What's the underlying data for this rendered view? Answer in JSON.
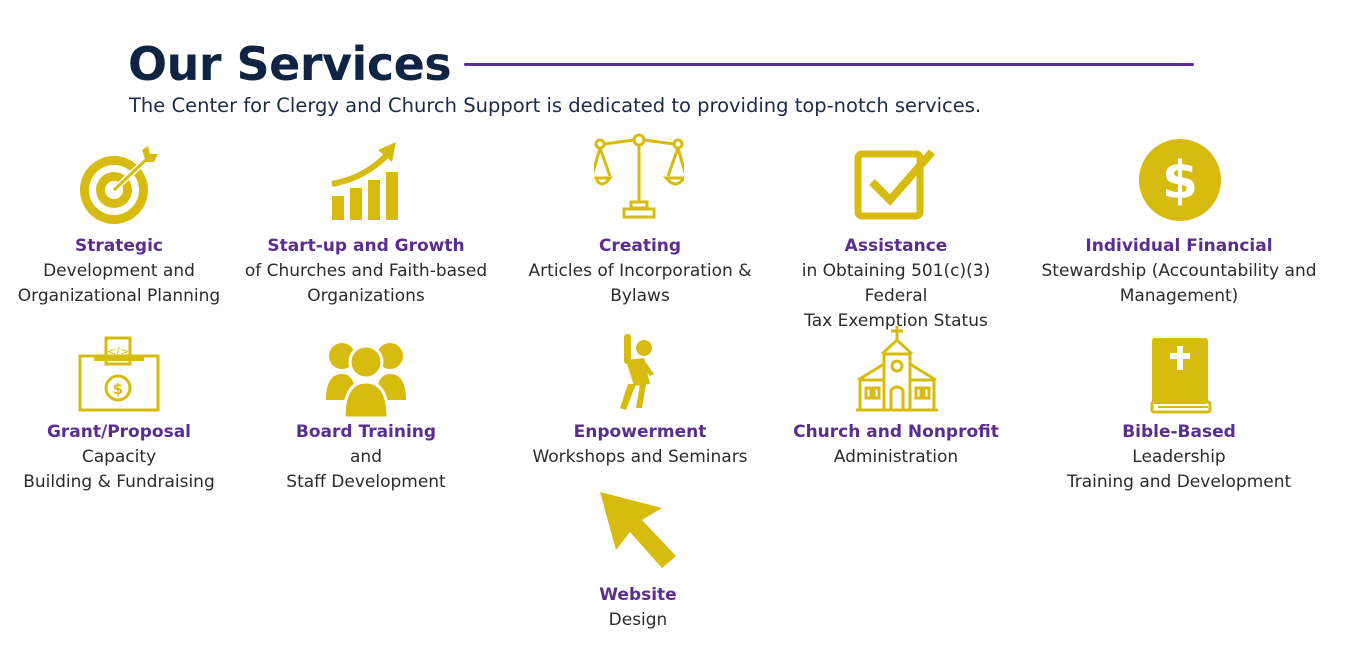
{
  "header": {
    "title": "Our Services",
    "subtitle": "The Center for Clergy and Church Support is dedicated to providing top-notch services."
  },
  "colors": {
    "icon": "#d7bb0e",
    "heading": "#5a2d91",
    "title": "#0f2343",
    "rule": "#5a2d91"
  },
  "services": [
    {
      "icon": "target-icon",
      "heading": "Strategic",
      "description": "Development and\nOrganizational Planning"
    },
    {
      "icon": "growth-chart-icon",
      "heading": "Start-up and Growth",
      "description": "of Churches and Faith-based\nOrganizations"
    },
    {
      "icon": "scales-icon",
      "heading": "Creating",
      "description": "Articles of Incorporation &\nBylaws"
    },
    {
      "icon": "checkbox-icon",
      "heading": "Assistance",
      "description": "in Obtaining 501(c)(3) Federal\nTax Exemption Status"
    },
    {
      "icon": "dollar-coin-icon",
      "heading": "Individual Financial",
      "description": "Stewardship (Accountability and\nManagement)"
    },
    {
      "icon": "donation-box-icon",
      "heading": "Grant/Proposal",
      "description": "Capacity\nBuilding & Fundraising"
    },
    {
      "icon": "group-icon",
      "heading": "Board Training",
      "description": "and\nStaff Development"
    },
    {
      "icon": "empowerment-person-icon",
      "heading": "Enpowerment",
      "description": "Workshops and Seminars"
    },
    {
      "icon": "church-icon",
      "heading": "Church and Nonprofit",
      "description": "Administration"
    },
    {
      "icon": "bible-icon",
      "heading": "Bible-Based",
      "description": "Leadership\nTraining and Development"
    },
    {
      "icon": "cursor-arrow-icon",
      "heading": "Website",
      "description": "Design"
    }
  ]
}
